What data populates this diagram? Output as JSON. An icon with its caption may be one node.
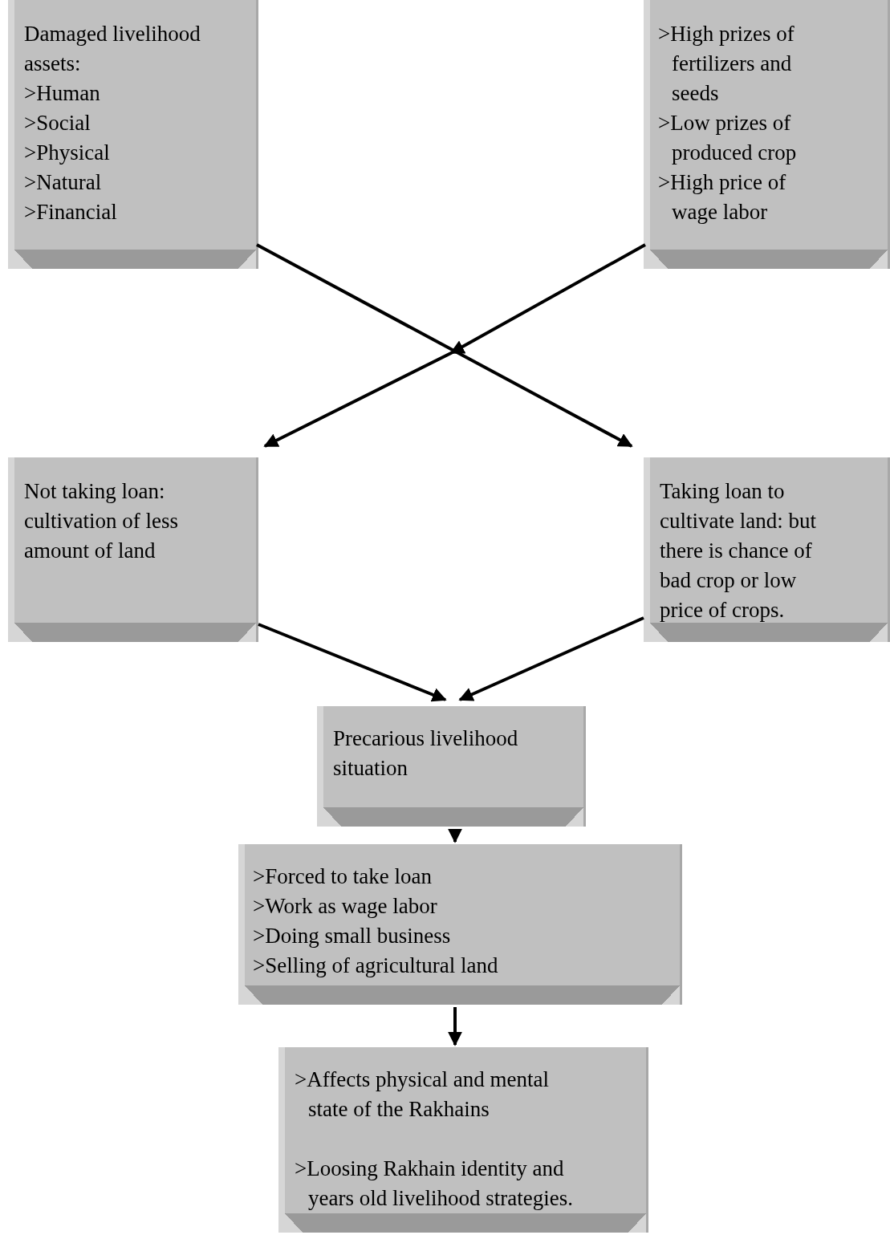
{
  "diagram": {
    "nodes": [
      {
        "text": [
          "Damaged livelihood assets:",
          ">Human",
          ">Social",
          ">Physical",
          ">Natural",
          ">Financial"
        ]
      },
      {
        "text": [
          ">High prizes of fertilizers and seeds",
          ">Low prizes of produced crop",
          ">High price of wage labor"
        ]
      },
      {
        "text": [
          "Not taking loan: cultivation of less amount of land"
        ]
      },
      {
        "text": [
          "Taking loan to cultivate land: but there is chance of bad crop or low price of crops."
        ]
      },
      {
        "text": [
          "Precarious livelihood situation"
        ]
      },
      {
        "text": [
          ">Forced to take loan",
          ">Work as wage labor",
          ">Doing small business",
          ">Selling of agricultural land"
        ]
      },
      {
        "text": [
          ">Affects physical and mental state of the Rakhains",
          ">Loosing Rakhain identity and years old livelihood strategies."
        ]
      }
    ],
    "edges": [
      {
        "from": 0,
        "to": 3,
        "arrow": "to"
      },
      {
        "from": 1,
        "to": 2,
        "arrow": "to"
      },
      {
        "from": 2,
        "to": 4,
        "arrow": "to"
      },
      {
        "from": 3,
        "to": 4,
        "arrow": "to"
      },
      {
        "from": 4,
        "to": 5,
        "arrow": "to"
      },
      {
        "from": 5,
        "to": 6,
        "arrow": "to"
      }
    ]
  }
}
